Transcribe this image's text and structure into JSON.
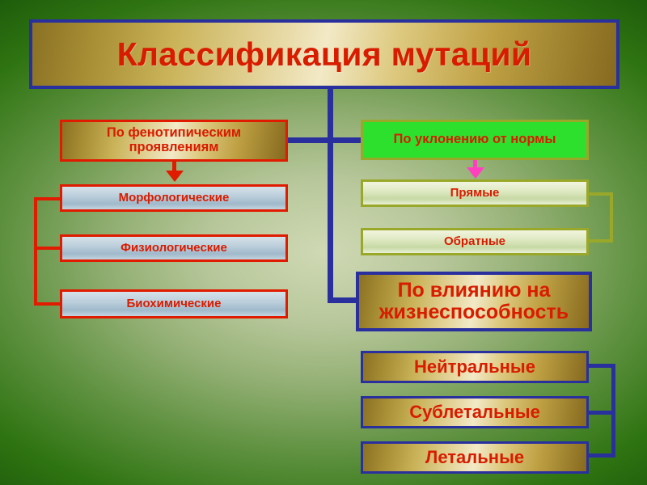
{
  "slide": {
    "title": "Классификация мутаций",
    "background_colors": {
      "outer_green": "#1c5a0a",
      "inner_light": "#cfd9b4"
    },
    "accent_colors": {
      "title_text": "#d81c00",
      "blue_border": "#2a2f9e",
      "red_border": "#e01b00",
      "olive_border": "#9aa82a",
      "green_fill": "#2ee02e",
      "magenta_arrow": "#ff3fc0"
    }
  },
  "branches": {
    "left": {
      "header": "По фенотипическим проявлениям",
      "items": [
        {
          "label": "Морфологические"
        },
        {
          "label": "Физиологические"
        },
        {
          "label": "Биохимические"
        }
      ]
    },
    "right_top": {
      "header": "По уклонению от нормы",
      "items": [
        {
          "label": "Прямые"
        },
        {
          "label": "Обратные"
        }
      ]
    },
    "right_bottom": {
      "header": "По влиянию на жизнеспособность",
      "items": [
        {
          "label": "Нейтральные"
        },
        {
          "label": "Сублетальные"
        },
        {
          "label": "Летальные"
        }
      ]
    }
  }
}
